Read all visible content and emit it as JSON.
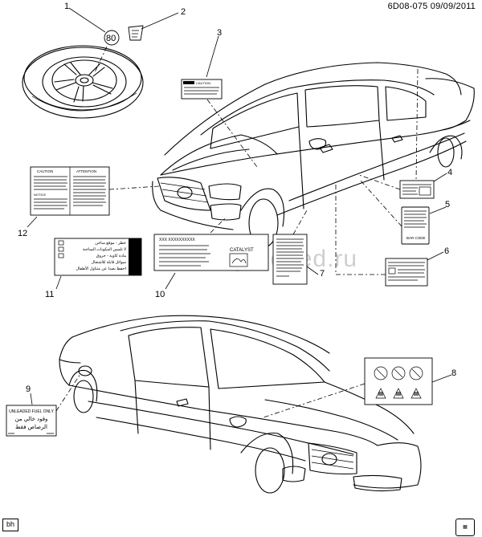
{
  "header": {
    "diagram_code": "6D08-075  09/09/2011"
  },
  "footer": {
    "corner_tag": "bh"
  },
  "watermark": "www.g…ened.ru",
  "callouts": [
    "1",
    "2",
    "3",
    "4",
    "5",
    "6",
    "7",
    "8",
    "9",
    "10",
    "11",
    "12"
  ],
  "tire_label": {
    "speed_value": "80"
  },
  "labels": {
    "caution_attention": {
      "left_title": "CAUTION",
      "right_title": "ATTENTION",
      "notice": "NOTICE"
    },
    "fuel": {
      "english": "UNLEADED FUEL ONLY",
      "arabic_line1": "وقود خالي من",
      "arabic_line2": "الرصاص فقط"
    },
    "arabic_warning": {
      "line1": "خطر - موقع ساخن",
      "line2": "لا تلمس المكونات الساخنة",
      "line3": "مادة كاوية - حروق",
      "line4": "سوائل قابلة للاشتعال",
      "line5": "احفظ بعيدا عن متناول الأطفال"
    },
    "emission": {
      "header": "XXX  XXXXXXXXXX",
      "catalyst": "CATALYST"
    },
    "bar_code": {
      "text": "BAR CODE"
    },
    "top_caution": {
      "title": "CAUTION"
    }
  }
}
